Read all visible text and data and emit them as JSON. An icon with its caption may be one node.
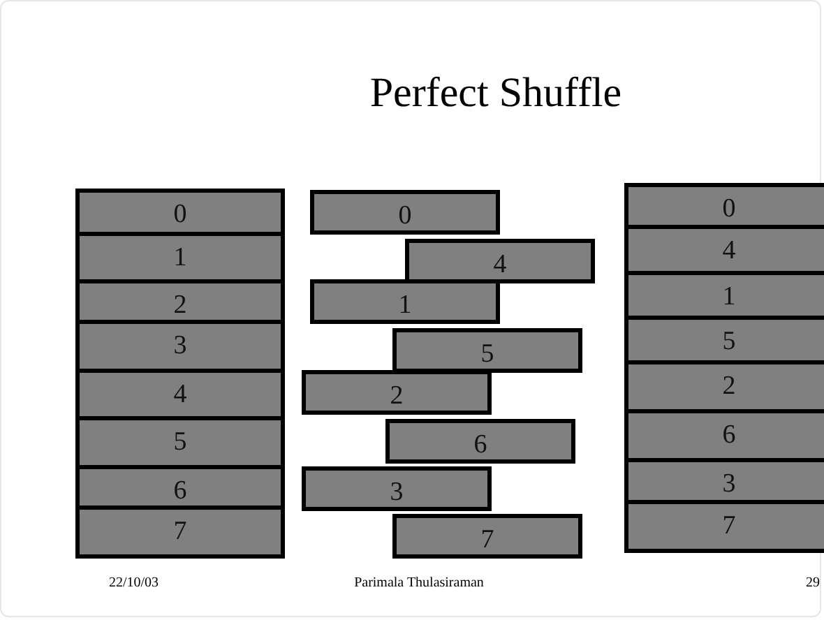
{
  "diagram": {
    "title": "Perfect Shuffle",
    "nodes": [
      {
        "text": [
          "0"
        ]
      },
      {
        "text": [
          "1"
        ]
      },
      {
        "text": [
          "2"
        ]
      },
      {
        "text": [
          "3"
        ]
      },
      {
        "text": [
          "4"
        ]
      },
      {
        "text": [
          "5"
        ]
      },
      {
        "text": [
          "6"
        ]
      },
      {
        "text": [
          "7"
        ]
      },
      {
        "text": [
          "0"
        ]
      },
      {
        "text": [
          "4"
        ]
      },
      {
        "text": [
          "1"
        ]
      },
      {
        "text": [
          "5"
        ]
      },
      {
        "text": [
          "2"
        ]
      },
      {
        "text": [
          "6"
        ]
      },
      {
        "text": [
          "3"
        ]
      },
      {
        "text": [
          "7"
        ]
      },
      {
        "text": [
          "0"
        ]
      },
      {
        "text": [
          "4"
        ]
      },
      {
        "text": [
          "1"
        ]
      },
      {
        "text": [
          "5"
        ]
      },
      {
        "text": [
          "2"
        ]
      },
      {
        "text": [
          "6"
        ]
      },
      {
        "text": [
          "3"
        ]
      },
      {
        "text": [
          "7"
        ]
      }
    ],
    "labels": [
      "22/10/03",
      "Parimala Thulasiraman",
      "29"
    ]
  }
}
